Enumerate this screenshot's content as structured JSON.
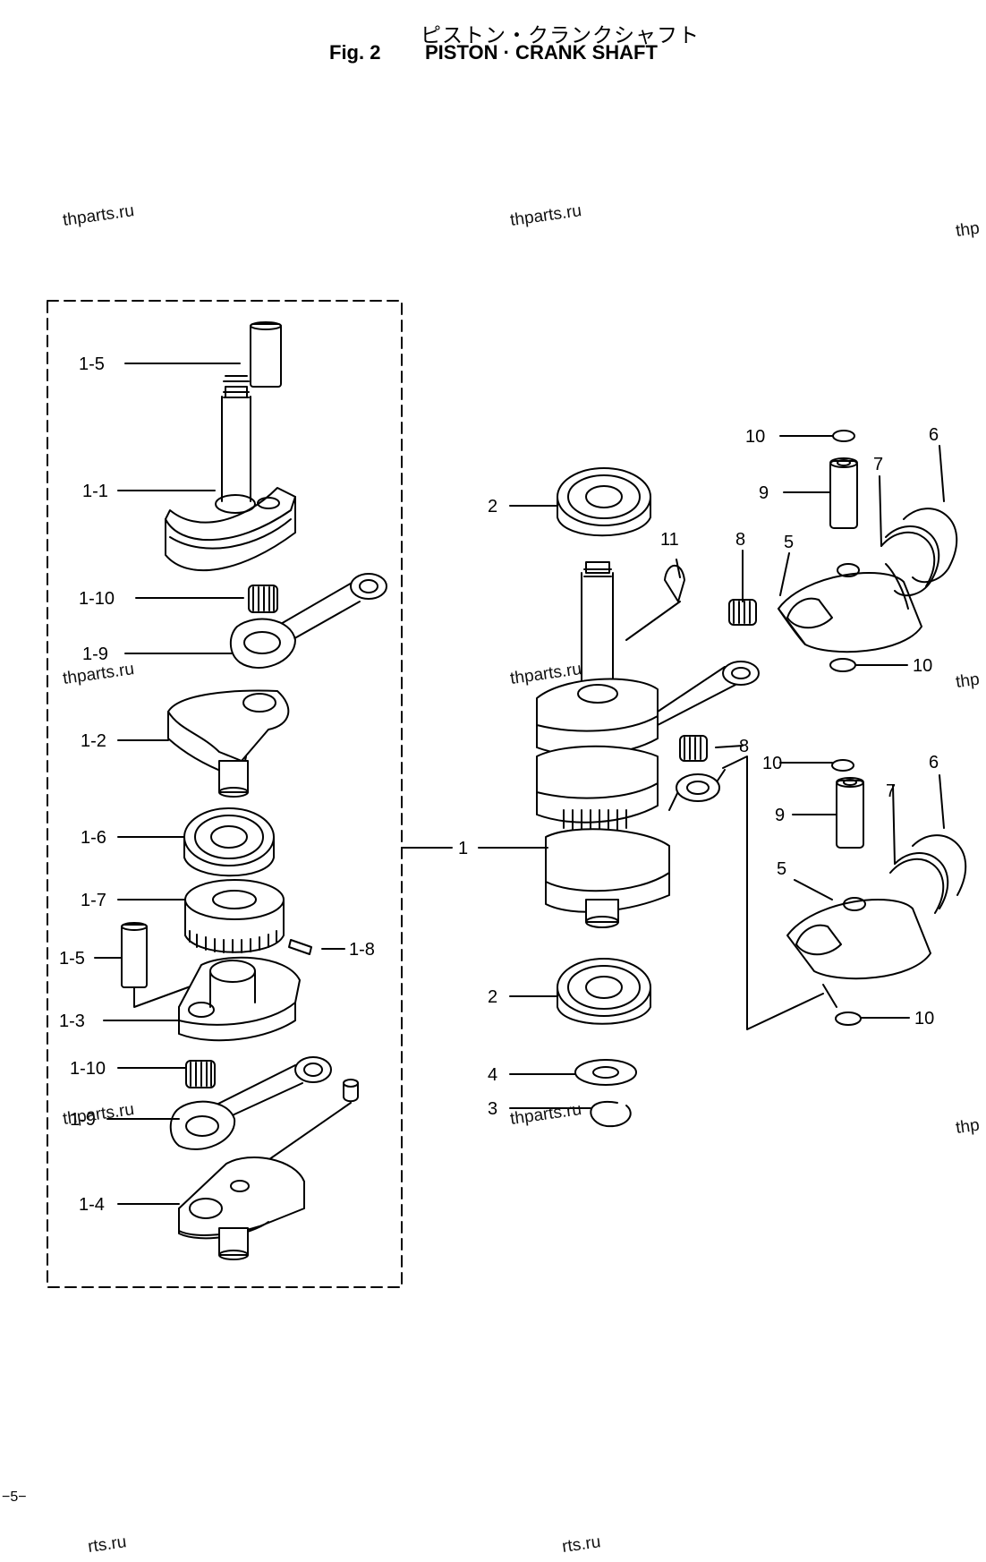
{
  "header": {
    "title_jp": "ピストン・クランクシャフト",
    "figure_number": "Fig. 2",
    "figure_title": "PISTON · CRANK SHAFT"
  },
  "watermark": "thparts.ru",
  "watermark_partial": "thp",
  "watermark_bottom": "rts.ru",
  "page_number": "−5−",
  "callouts": {
    "c1_5a": "1-5",
    "c1_1": "1-1",
    "c1_10a": "1-10",
    "c1_9a": "1-9",
    "c1_2": "1-2",
    "c1_6": "1-6",
    "c1_7": "1-7",
    "c1_5b": "1-5",
    "c1_8": "1-8",
    "c1_3": "1-3",
    "c1_10b": "1-10",
    "c1_9b": "1-9",
    "c1_4": "1-4",
    "c1": "1",
    "c2a": "2",
    "c2b": "2",
    "c3": "3",
    "c4": "4",
    "c5a": "5",
    "c5b": "5",
    "c6a": "6",
    "c6b": "6",
    "c7a": "7",
    "c7b": "7",
    "c8a": "8",
    "c8b": "8",
    "c9a": "9",
    "c9b": "9",
    "c10a": "10",
    "c10b": "10",
    "c10c": "10",
    "c10d": "10",
    "c11": "11"
  }
}
